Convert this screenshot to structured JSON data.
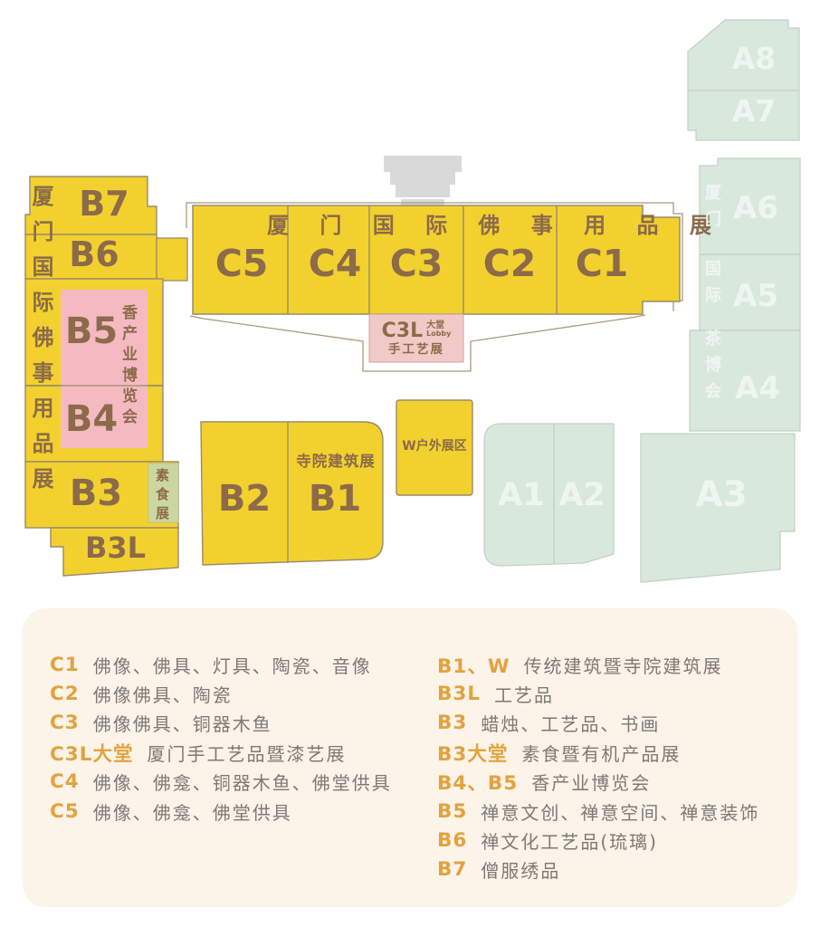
{
  "map": {
    "left_complex": {
      "vertical_title": "厦门国际佛事用品展",
      "b7": "B7",
      "b6": "B6",
      "b5": "B5",
      "b4": "B4",
      "b3": "B3",
      "b3l": "B3L",
      "incense_expo_vertical": "香产业博览会",
      "veg_expo_vertical": "素食展"
    },
    "c_complex": {
      "title": "厦 门 国 际 佛 事 用 品 展",
      "c5": "C5",
      "c4": "C4",
      "c3": "C3",
      "c2": "C2",
      "c1": "C1",
      "lobby_code": "C3L",
      "lobby_hall": "大堂",
      "lobby_en": "Lobby",
      "lobby_craft": "手工艺展"
    },
    "b1_block": {
      "b2": "B2",
      "b1": "B1",
      "temple_label": "寺院建筑展"
    },
    "w_area": {
      "label": "W户外展区"
    },
    "a_blocks": {
      "a1": "A1",
      "a2": "A2",
      "a3": "A3",
      "a4": "A4",
      "a5": "A5",
      "a6": "A6",
      "a7": "A7",
      "a8": "A8",
      "tea_expo_seg1": "厦门",
      "tea_expo_seg2": "国际",
      "tea_expo_seg3": "茶博会"
    }
  },
  "legend": {
    "left": [
      {
        "key": "C1",
        "desc": "佛像、佛具、灯具、陶瓷、音像"
      },
      {
        "key": "C2",
        "desc": "佛像佛具、陶瓷"
      },
      {
        "key": "C3",
        "desc": "佛像佛具、铜器木鱼"
      },
      {
        "key": "C3L大堂",
        "desc": "厦门手工艺品暨漆艺展"
      },
      {
        "key": "C4",
        "desc": "佛像、佛龛、铜器木鱼、佛堂供具"
      },
      {
        "key": "C5",
        "desc": "佛像、佛龛、佛堂供具"
      }
    ],
    "right": [
      {
        "key": "B1、W",
        "desc": "传统建筑暨寺院建筑展"
      },
      {
        "key": "B3L",
        "desc": "工艺品"
      },
      {
        "key": "B3",
        "desc": "蜡烛、工艺品、书画"
      },
      {
        "key": "B3大堂",
        "desc": "素食暨有机产品展"
      },
      {
        "key": "B4、B5",
        "desc": "香产业博览会"
      },
      {
        "key": "B5",
        "desc": "禅意文创、禅意空间、禅意装饰"
      },
      {
        "key": "B6",
        "desc": "禅文化工艺品(琉璃)"
      },
      {
        "key": "B7",
        "desc": "僧服绣品"
      }
    ]
  },
  "colors": {
    "hall_yellow": "#f2d12e",
    "hall_pink": "#f5b9c2",
    "lobby_pink": "#f0cac6",
    "hall_mint": "#d9e8dd",
    "veg_green": "#cbd7a2",
    "text_brown": "#8c6b4a",
    "legend_bg": "#fcf3e9",
    "legend_key_orange": "#e2a33d",
    "legend_text_gray": "#7d7a75",
    "entrance_gray": "#d9d9d9",
    "outline_brown": "#9b8b6b"
  }
}
